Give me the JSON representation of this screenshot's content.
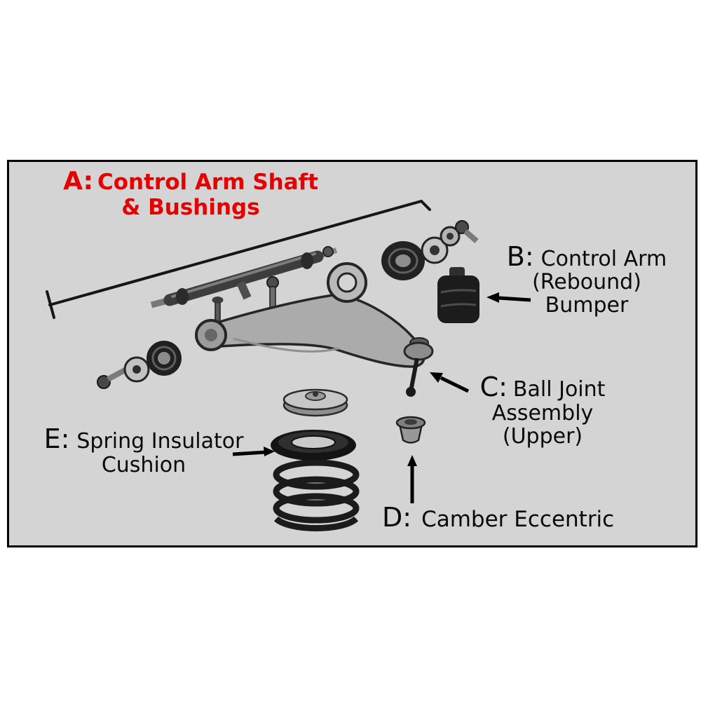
{
  "labels": {
    "a": {
      "letter": "A:",
      "line1": "Control Arm Shaft",
      "line2": "& Bushings"
    },
    "b": {
      "letter": "B:",
      "line1": "Control Arm",
      "line2": "(Rebound)",
      "line3": "Bumper"
    },
    "c": {
      "letter": "C:",
      "line1": "Ball Joint",
      "line2": "Assembly",
      "line3": "(Upper)"
    },
    "d": {
      "letter": "D:",
      "line1": "Camber Eccentric"
    },
    "e": {
      "letter": "E:",
      "line1": "Spring Insulator",
      "line2": "Cushion"
    }
  },
  "colors": {
    "page_background": "#ffffff",
    "panel_background": "#d4d4d4",
    "panel_border": "#000000",
    "label_a_text": "#e60000",
    "label_text": "#000000",
    "arrow": "#000000"
  }
}
